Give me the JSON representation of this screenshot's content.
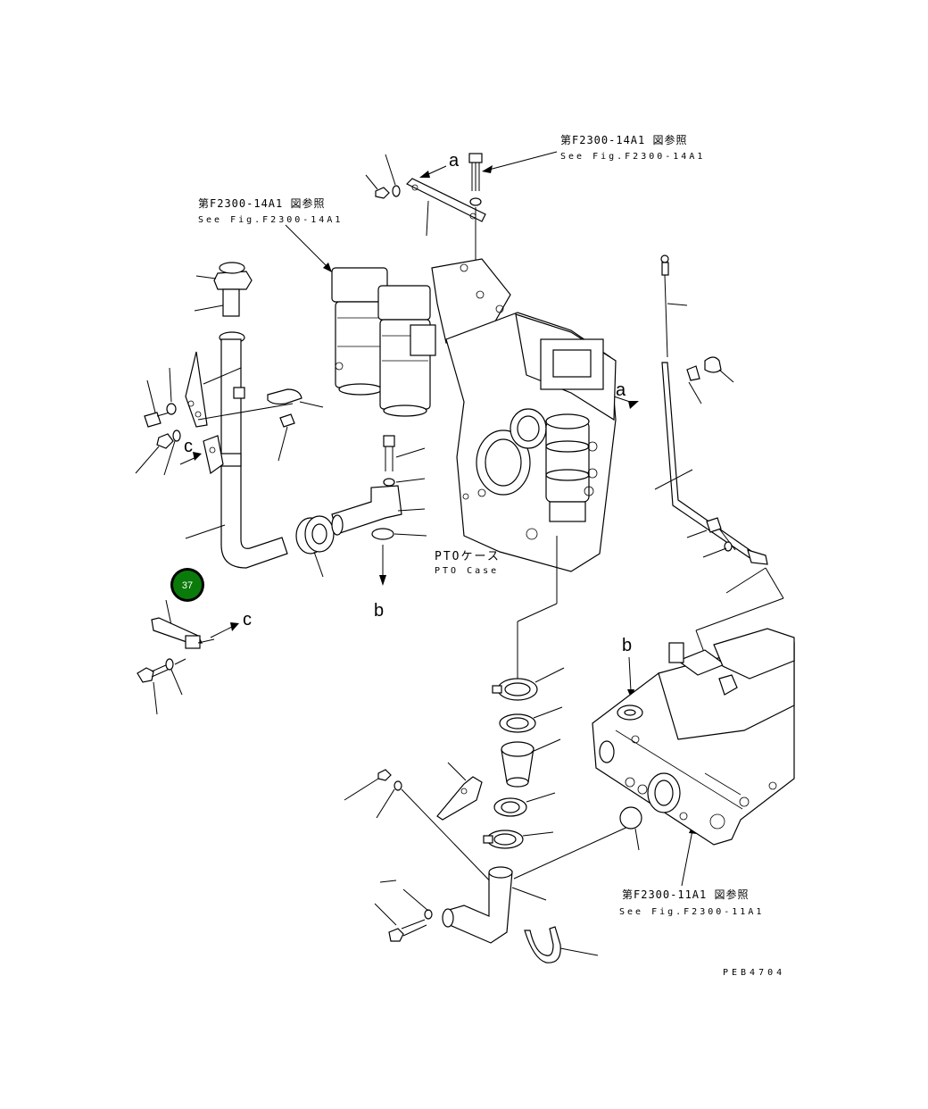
{
  "refs": {
    "top_right": {
      "jp": "第F2300-14A1 図参照",
      "en": "See Fig.F2300-14A1"
    },
    "top_left": {
      "jp": "第F2300-14A1 図参照",
      "en": "See Fig.F2300-14A1"
    },
    "bottom_right": {
      "jp": "第F2300-11A1 図参照",
      "en": "See Fig.F2300-11A1"
    }
  },
  "letters": {
    "a_top": "a",
    "a_right": "a",
    "b_down": "b",
    "b_right": "b",
    "c_upper": "c",
    "c_lower": "c"
  },
  "pto_case": {
    "jp": "PTOケース",
    "en": "PTO Case"
  },
  "drawing_number": "PEB4704",
  "callout": {
    "number": "37",
    "color": "#0a7a0a",
    "ring_color": "#000000"
  }
}
